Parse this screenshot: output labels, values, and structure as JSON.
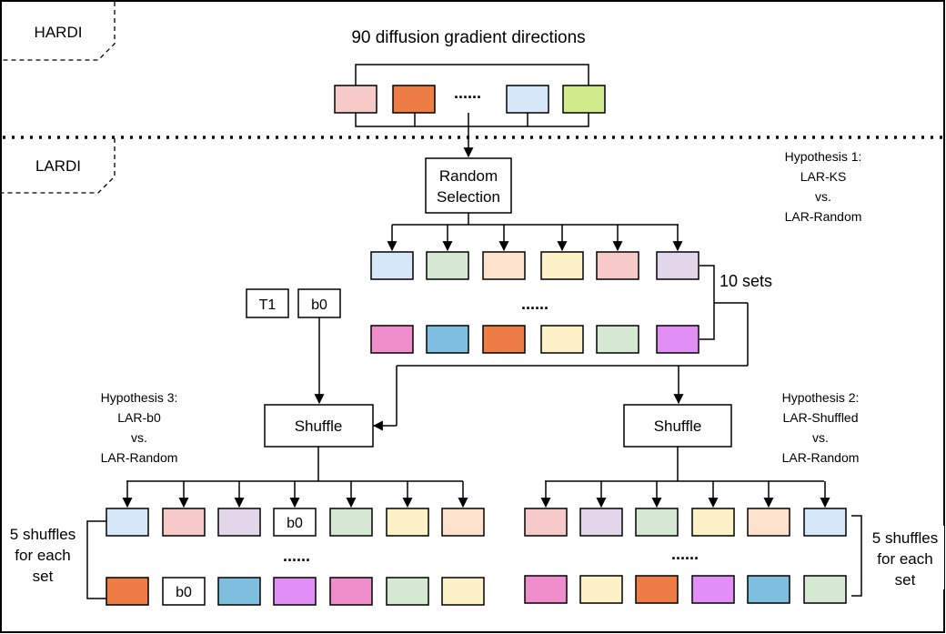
{
  "sections": {
    "hardi": "HARDI",
    "lardi": "LARDI"
  },
  "top": {
    "title": "90 diffusion gradient directions",
    "ellipsis": "......",
    "swatches": [
      "#f7caca",
      "#ed7c45",
      "#d6e7fa",
      "#cfeb8c"
    ]
  },
  "random_selection": {
    "line1": "Random",
    "line2": "Selection"
  },
  "hypothesis1": [
    "Hypothesis 1:",
    "LAR-KS",
    "vs.",
    "LAR-Random"
  ],
  "hypothesis2": [
    "Hypothesis 2:",
    "LAR-Shuffled",
    "vs.",
    "LAR-Random"
  ],
  "hypothesis3": [
    "Hypothesis 3:",
    "LAR-b0",
    "vs.",
    "LAR-Random"
  ],
  "sets": {
    "label": "10 sets",
    "ellipsis": "......",
    "row1": [
      "#d6e7fa",
      "#d6ead3",
      "#fde3cd",
      "#fdf1c8",
      "#f7caca",
      "#e1d6ea"
    ],
    "row2": [
      "#f08ecc",
      "#7ebfe0",
      "#ed7c45",
      "#fdf1c8",
      "#d6ead3",
      "#e18ef5"
    ]
  },
  "inputs": {
    "t1": "T1",
    "b0": "b0"
  },
  "shuffle_left": {
    "label": "Shuffle",
    "ellipsis": "......",
    "row1": [
      {
        "color": "#d6e7fa",
        "text": ""
      },
      {
        "color": "#f7caca",
        "text": ""
      },
      {
        "color": "#e1d6ea",
        "text": ""
      },
      {
        "color": "#ffffff",
        "text": "b0"
      },
      {
        "color": "#d6ead3",
        "text": ""
      },
      {
        "color": "#fdf1c8",
        "text": ""
      },
      {
        "color": "#fde3cd",
        "text": ""
      }
    ],
    "row2": [
      {
        "color": "#ed7c45",
        "text": ""
      },
      {
        "color": "#ffffff",
        "text": "b0"
      },
      {
        "color": "#7ebfe0",
        "text": ""
      },
      {
        "color": "#e18ef5",
        "text": ""
      },
      {
        "color": "#f08ecc",
        "text": ""
      },
      {
        "color": "#d6ead3",
        "text": ""
      },
      {
        "color": "#fdf1c8",
        "text": ""
      }
    ],
    "side_label": [
      "5 shuffles",
      "for each",
      "set"
    ]
  },
  "shuffle_right": {
    "label": "Shuffle",
    "ellipsis": "......",
    "row1": [
      "#f7caca",
      "#e1d6ea",
      "#d6ead3",
      "#fdf1c8",
      "#fde3cd",
      "#d6e7fa"
    ],
    "row2": [
      "#f08ecc",
      "#fdf1c8",
      "#ed7c45",
      "#e18ef5",
      "#7ebfe0",
      "#d6ead3"
    ],
    "side_label": [
      "5 shuffles",
      "for each",
      "set"
    ]
  }
}
